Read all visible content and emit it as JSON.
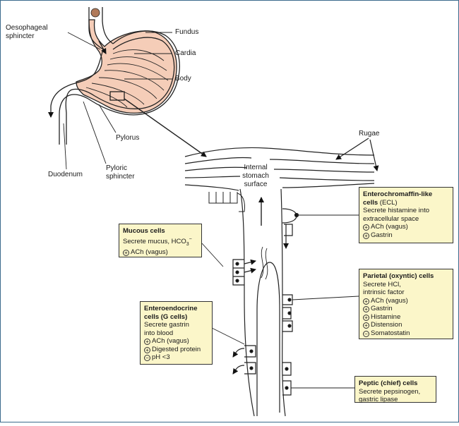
{
  "labels": {
    "oesophageal_sphincter": [
      "Oesophageal",
      "sphincter"
    ],
    "fundus": "Fundus",
    "cardia": "Cardia",
    "body": "Body",
    "pylorus": "Pylorus",
    "pyloric_sphincter": [
      "Pyloric",
      "sphincter"
    ],
    "duodenum": "Duodenum",
    "rugae": "Rugae",
    "internal_surface": [
      "Internal",
      "stomach",
      "surface"
    ]
  },
  "boxes": {
    "ecl": {
      "title": [
        "Enterochromaffin-like",
        "cells"
      ],
      "title_suffix": "(ECL)",
      "lines": [
        "Secrete histamine into",
        "extracellular space"
      ],
      "factors": [
        {
          "sign": "+",
          "text": "ACh (vagus)"
        },
        {
          "sign": "+",
          "text": "Gastrin"
        }
      ]
    },
    "mucous": {
      "title": "Mucous cells",
      "line": "Secrete mucus, HCO",
      "line_sub": "3",
      "line_sup": "−",
      "factors": [
        {
          "sign": "+",
          "text": "ACh (vagus)"
        }
      ]
    },
    "parietal": {
      "title": "Parietal (oxyntic) cells",
      "lines": [
        "Secrete HCl,",
        "intrinsic factor"
      ],
      "factors": [
        {
          "sign": "+",
          "text": "ACh (vagus)"
        },
        {
          "sign": "+",
          "text": "Gastrin"
        },
        {
          "sign": "+",
          "text": "Histamine"
        },
        {
          "sign": "+",
          "text": "Distension"
        },
        {
          "sign": "−",
          "text": "Somatostatin"
        }
      ]
    },
    "g_cells": {
      "title": [
        "Enteroendocrine",
        "cells (G cells)"
      ],
      "lines": [
        "Secrete gastrin",
        "into blood"
      ],
      "factors": [
        {
          "sign": "+",
          "text": "ACh (vagus)"
        },
        {
          "sign": "+",
          "text": "Digested protein"
        },
        {
          "sign": "−",
          "text": "pH <3"
        }
      ]
    },
    "peptic": {
      "title": "Peptic (chief) cells",
      "lines": [
        "Secrete pepsinogen,",
        "gastric lipase"
      ]
    }
  },
  "colors": {
    "stomach_fill": "#f5cdb8",
    "box_fill": "#fbf6c9",
    "frame": "#3b6a8c"
  }
}
